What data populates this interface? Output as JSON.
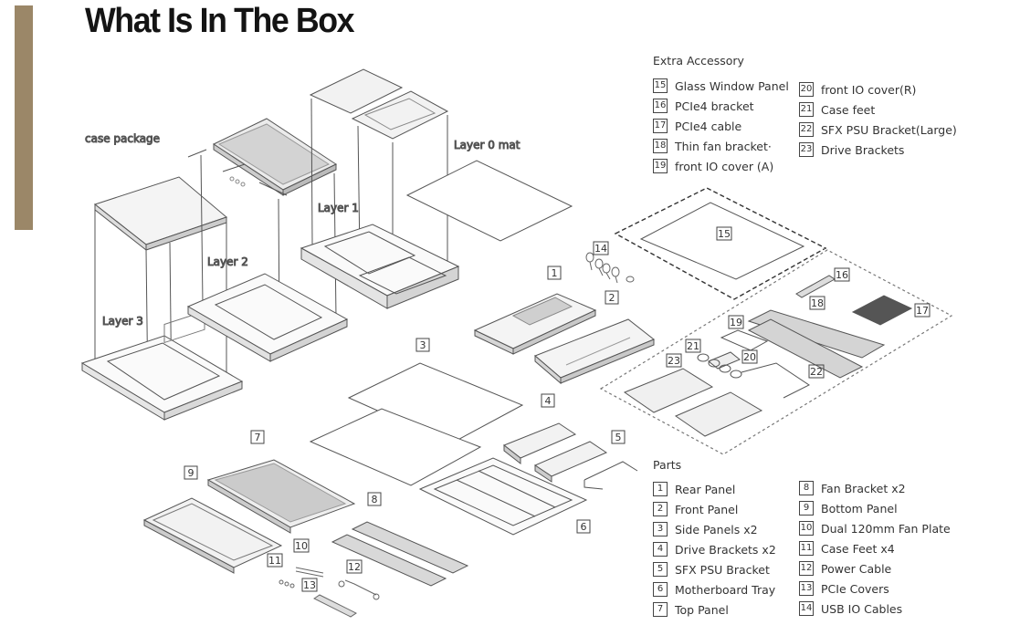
{
  "title": "What Is In The Box",
  "accent_color": "#9b8768",
  "drawing_labels": {
    "case_package": "case package",
    "layer0": "Layer 0 mat",
    "layer1": "Layer 1",
    "layer2": "Layer 2",
    "layer3": "Layer 3"
  },
  "callouts": [
    "1",
    "2",
    "3",
    "4",
    "5",
    "6",
    "7",
    "8",
    "9",
    "10",
    "11",
    "12",
    "13",
    "14",
    "15",
    "16",
    "17",
    "18",
    "19",
    "20",
    "21",
    "22",
    "23"
  ],
  "extra_accessory": {
    "title": "Extra Accessory",
    "items": [
      {
        "num": "15",
        "label": "Glass Window Panel"
      },
      {
        "num": "16",
        "label": "PCIe4 bracket"
      },
      {
        "num": "17",
        "label": "PCIe4 cable"
      },
      {
        "num": "18",
        "label": "Thin fan bracket·"
      },
      {
        "num": "19",
        "label": "front IO cover (A)"
      },
      {
        "num": "20",
        "label": "front IO cover(R)"
      },
      {
        "num": "21",
        "label": "Case feet"
      },
      {
        "num": "22",
        "label": "SFX PSU Bracket(Large)"
      },
      {
        "num": "23",
        "label": "Drive Brackets"
      }
    ]
  },
  "parts": {
    "title": "Parts",
    "items": [
      {
        "num": "1",
        "label": "Rear Panel"
      },
      {
        "num": "2",
        "label": "Front Panel"
      },
      {
        "num": "3",
        "label": "Side Panels x2"
      },
      {
        "num": "4",
        "label": "Drive Brackets x2"
      },
      {
        "num": "5",
        "label": "SFX PSU Bracket"
      },
      {
        "num": "6",
        "label": "Motherboard Tray"
      },
      {
        "num": "7",
        "label": "Top Panel"
      },
      {
        "num": "8",
        "label": "Fan Bracket x2"
      },
      {
        "num": "9",
        "label": "Bottom Panel"
      },
      {
        "num": "10",
        "label": "Dual 120mm Fan Plate"
      },
      {
        "num": "11",
        "label": "Case Feet x4"
      },
      {
        "num": "12",
        "label": "Power Cable"
      },
      {
        "num": "13",
        "label": "PCIe Covers"
      },
      {
        "num": "14",
        "label": "USB IO Cables"
      }
    ]
  }
}
